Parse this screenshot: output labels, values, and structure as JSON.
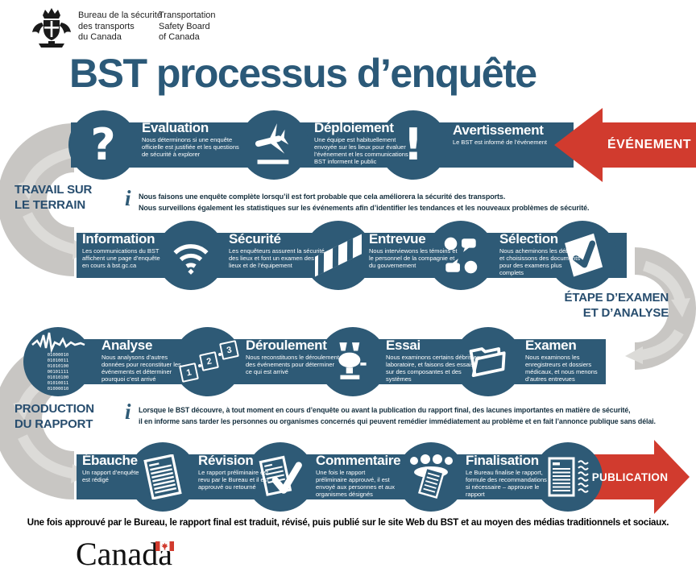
{
  "colors": {
    "blue": "#2e5a76",
    "red": "#d13b2e",
    "path_gray": "#c8c6c3",
    "arrow_gray": "#dcdbd8",
    "title_blue": "#2b5978"
  },
  "header": {
    "org_fr": [
      "Bureau de la sécurité",
      "des transports",
      "du Canada"
    ],
    "org_en": [
      "Transportation",
      "Safety Board",
      "of Canada"
    ],
    "title": "BST processus d’enquête"
  },
  "phase_labels": {
    "fieldwork": [
      "TRAVAIL SUR",
      "LE TERRAIN"
    ],
    "exam": [
      "ÉTAPE D’EXAMEN",
      "ET D’ANALYSE"
    ],
    "report": [
      "PRODUCTION",
      "DU RAPPORT"
    ]
  },
  "arrows": {
    "event": "ÉVÉNEMENT",
    "publication": "PUBLICATION"
  },
  "info_icon_glyph": "i",
  "notes": [
    {
      "lines": [
        "Nous faisons une enquête complète lorsqu’il est fort probable que cela améliorera la sécurité des transports.",
        "Nous surveillons également les statistiques sur les événements afin d’identifier les tendances et les nouveaux problèmes de sécurité."
      ]
    },
    {
      "lines": [
        "Lorsque le BST découvre, à tout moment en cours d’enquête ou avant la publication du rapport final, des lacunes importantes en matière de sécurité,",
        "il en informe sans tarder les personnes ou organismes concernés qui peuvent remédier immédiatement au problème et en fait l’annonce publique sans délai."
      ]
    }
  ],
  "steps": {
    "evaluation": {
      "title": "Évaluation",
      "desc": "Nous déterminons si une enquête officielle est justifiée et les questions de sécurité à explorer",
      "glyph": "?"
    },
    "deploiement": {
      "title": "Déploiement",
      "desc": "Une équipe est habituellement envoyée sur les lieux pour évaluer l’événement et les communications du BST informent le public"
    },
    "avertissement": {
      "title": "Avertissement",
      "desc": "Le BST est informé de l’événement",
      "glyph": "!"
    },
    "information": {
      "title": "Information",
      "desc": "Les communications du BST affichent une page d’enquête en cours à bst.gc.ca"
    },
    "securite": {
      "title": "Sécurité",
      "desc": "Les enquêteurs assurent la sécurité des lieux et font un examen des lieux et de l’équipement"
    },
    "entrevue": {
      "title": "Entrevue",
      "desc": "Nous interviewons les témoins et le personnel de la compagnie et du gouvernement"
    },
    "selection": {
      "title": "Sélection",
      "desc": "Nous acheminons les débris et choisissons des documents pour des examens plus complets"
    },
    "analyse": {
      "title": "Analyse",
      "desc": "Nous analysons d’autres données pour reconstituer les événements et déterminer pourquoi c’est arrivé"
    },
    "deroulement": {
      "title": "Déroulement",
      "desc": "Nous reconstituons le déroulement des événements pour déterminer ce qui est arrivé",
      "numbers": [
        "1",
        "2",
        "3"
      ]
    },
    "essai": {
      "title": "Essai",
      "desc": "Nous examinons certains débris en laboratoire, et faisons des essais sur des composantes et des systèmes"
    },
    "examen": {
      "title": "Examen",
      "desc": "Nous examinons les enregistreurs et dossiers médicaux, et nous menons d’autres entrevues"
    },
    "ebauche": {
      "title": "Ébauche",
      "desc": "Un rapport d’enquête est rédigé"
    },
    "revision": {
      "title": "Révision",
      "desc": "Le rapport préliminaire est revu par le Bureau et il est approuvé ou retourné"
    },
    "commentaire": {
      "title": "Commentaire",
      "desc": "Une fois le rapport préliminaire approuvé, il est envoyé aux personnes et aux organismes désignés"
    },
    "finalisation": {
      "title": "Finalisation",
      "desc": "Le Bureau finalise le rapport, formule des recommandations si nécessaire – approuve le rapport"
    }
  },
  "binary_lines": [
    "01000010",
    "01010011",
    "01010100",
    "00101111",
    "01010100",
    "01010011",
    "01000010"
  ],
  "footer": {
    "sentence": "Une fois approuvé par le Bureau, le rapport final est traduit, révisé, puis publié sur le site Web du BST et au moyen des médias traditionnels et sociaux.",
    "wordmark": "Canada"
  }
}
